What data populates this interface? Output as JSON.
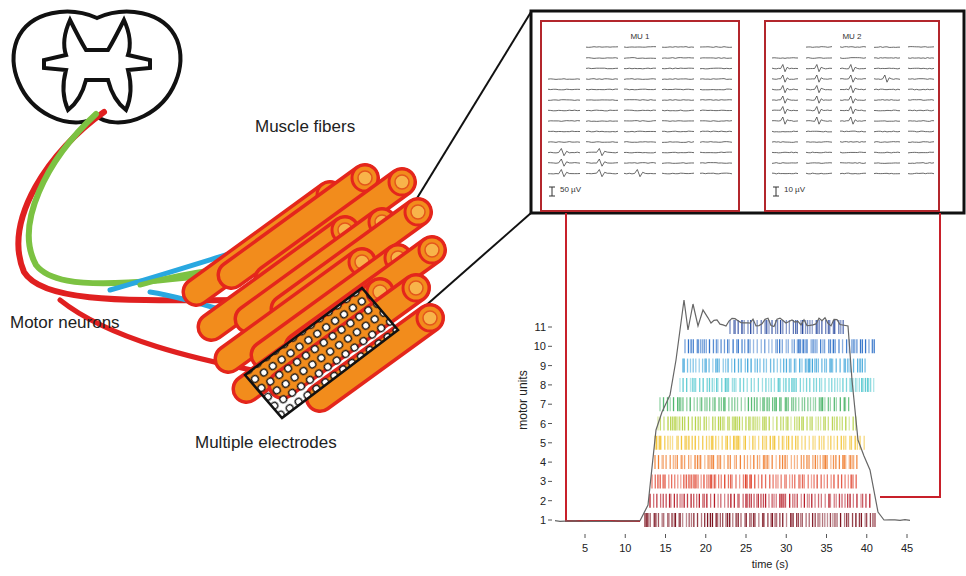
{
  "diagram": {
    "nodes": [
      {
        "text": [
          "MU 1",
          "50 µV"
        ]
      },
      {
        "text": [
          "MU 2",
          "10 µV"
        ]
      }
    ],
    "labels": [
      "Muscle fibers",
      "Motor neurons",
      "Multiple electrodes",
      "motor units",
      "11",
      "10",
      "9",
      "8",
      "7",
      "6",
      "5",
      "4",
      "3",
      "2",
      "1",
      "5",
      "10",
      "15",
      "20",
      "25",
      "30",
      "35",
      "40",
      "45",
      "time (s)"
    ]
  }
}
